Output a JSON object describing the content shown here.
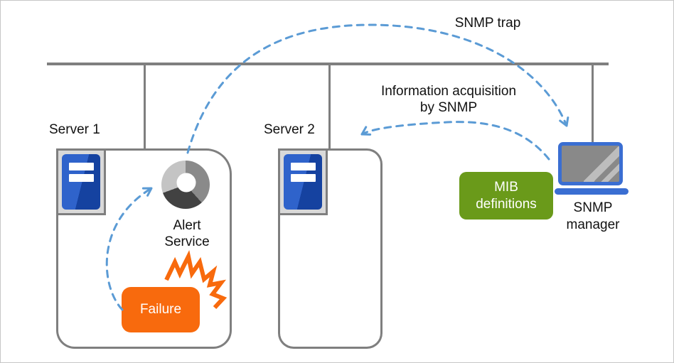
{
  "diagram": {
    "title_context": "SNMP monitoring diagram",
    "labels": {
      "snmp_trap": "SNMP trap",
      "info_acquisition_line1": "Information acquisition",
      "info_acquisition_line2": "by SNMP"
    },
    "server1": {
      "title": "Server 1",
      "alert_service_line1": "Alert",
      "alert_service_line2": "Service",
      "failure": "Failure"
    },
    "server2": {
      "title": "Server 2"
    },
    "manager": {
      "mib_line1": "MIB",
      "mib_line2": "definitions",
      "name_line1": "SNMP",
      "name_line2": "manager"
    },
    "icons": {
      "server_icon": "server-icon",
      "alert_service_icon": "donut-service-icon",
      "failure_burst_icon": "burst-icon",
      "snmp_manager_icon": "laptop-icon"
    },
    "colors": {
      "dashed_arrow_blue": "#5b9bd5",
      "line_gray": "#7f7f7f",
      "mib_green": "#6a9a1a",
      "failure_orange": "#f86a0d",
      "laptop_blue": "#3a6ed2",
      "server_blue_light": "#2f63cb",
      "server_blue_dark": "#1542a0",
      "donut_light": "#c4c4c4",
      "donut_mid": "#8a8a8a",
      "donut_dark": "#424242"
    }
  }
}
